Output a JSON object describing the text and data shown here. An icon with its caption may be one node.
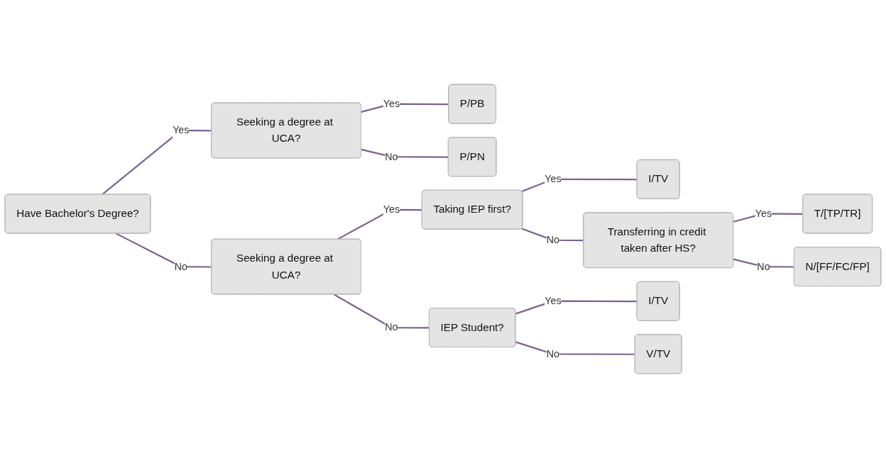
{
  "diagram": {
    "nodes": [
      {
        "text": [
          "Have Bachelor's Degree?"
        ]
      },
      {
        "text": [
          "Seeking a degree at UCA?"
        ]
      },
      {
        "text": [
          "P/PB"
        ]
      },
      {
        "text": [
          "P/PN"
        ]
      },
      {
        "text": [
          "Seeking a degree at UCA?"
        ]
      },
      {
        "text": [
          "Taking IEP first?"
        ]
      },
      {
        "text": [
          "I/TV"
        ]
      },
      {
        "text": [
          "Transferring in credit taken after HS?"
        ]
      },
      {
        "text": [
          "T/[TP/TR]"
        ]
      },
      {
        "text": [
          "N/[FF/FC/FP]"
        ]
      },
      {
        "text": [
          "IEP Student?"
        ]
      },
      {
        "text": [
          "I/TV"
        ]
      },
      {
        "text": [
          "V/TV"
        ]
      }
    ],
    "edges": [
      {
        "from": 0,
        "to": 1,
        "arrow": "none",
        "label": "Yes"
      },
      {
        "from": 1,
        "to": 2,
        "arrow": "none",
        "label": "Yes"
      },
      {
        "from": 1,
        "to": 3,
        "arrow": "none",
        "label": "No"
      },
      {
        "from": 0,
        "to": 4,
        "arrow": "none",
        "label": "No"
      },
      {
        "from": 4,
        "to": 5,
        "arrow": "none",
        "label": "Yes"
      },
      {
        "from": 5,
        "to": 6,
        "arrow": "none",
        "label": "Yes"
      },
      {
        "from": 5,
        "to": 7,
        "arrow": "none",
        "label": "No"
      },
      {
        "from": 7,
        "to": 8,
        "arrow": "none",
        "label": "Yes"
      },
      {
        "from": 7,
        "to": 9,
        "arrow": "none",
        "label": "No"
      },
      {
        "from": 4,
        "to": 10,
        "arrow": "none",
        "label": "No"
      },
      {
        "from": 10,
        "to": 11,
        "arrow": "none",
        "label": "Yes"
      },
      {
        "from": 10,
        "to": 12,
        "arrow": "none",
        "label": "No"
      }
    ]
  }
}
